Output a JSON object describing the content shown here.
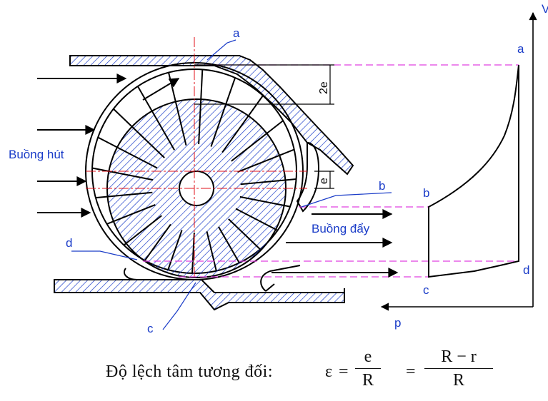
{
  "labels": {
    "a_top": "a",
    "a_right": "a",
    "b_mid": "b",
    "b_right": "b",
    "c_bottom": "c",
    "c_right": "c",
    "d_left": "d",
    "d_right": "d",
    "two_e": "2e",
    "e": "e",
    "v_axis": "V",
    "p_axis": "p",
    "suction": "Buồng hút",
    "discharge": "Buồng đẩy"
  },
  "formula": {
    "text": "Độ lệch tâm tương đối:",
    "symbol": "ε",
    "eq": "=",
    "f1_num": "e",
    "f1_den": "R",
    "f2_num": "R − r",
    "f2_den": "R"
  },
  "colors": {
    "line": "#000000",
    "hatch": "#1a3cc8",
    "center": "#e0101a",
    "guide": "#e040e0",
    "label": "#1a3cc8"
  }
}
